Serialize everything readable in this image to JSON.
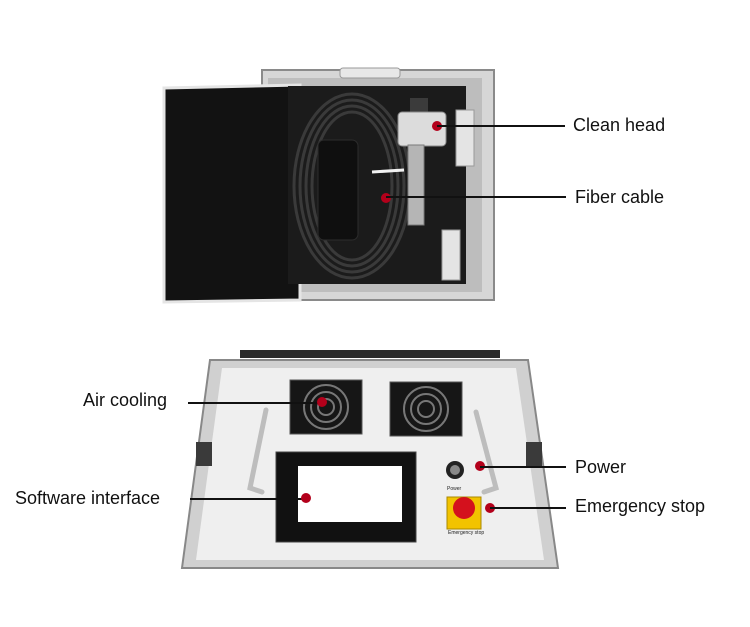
{
  "callouts": {
    "clean_head": "Clean head",
    "fiber_cable": "Fiber cable",
    "air_cooling": "Air cooling",
    "software_interface": "Software interface",
    "power": "Power",
    "emergency_stop": "Emergency stop"
  },
  "panel_labels": {
    "power_tag": "Power",
    "estop_tag": "Emergency stop"
  },
  "colors": {
    "marker": "#b3001b",
    "case_frame": "#c9c9c9",
    "foam": "#1a1a1a",
    "panel": "#eeeeee"
  }
}
